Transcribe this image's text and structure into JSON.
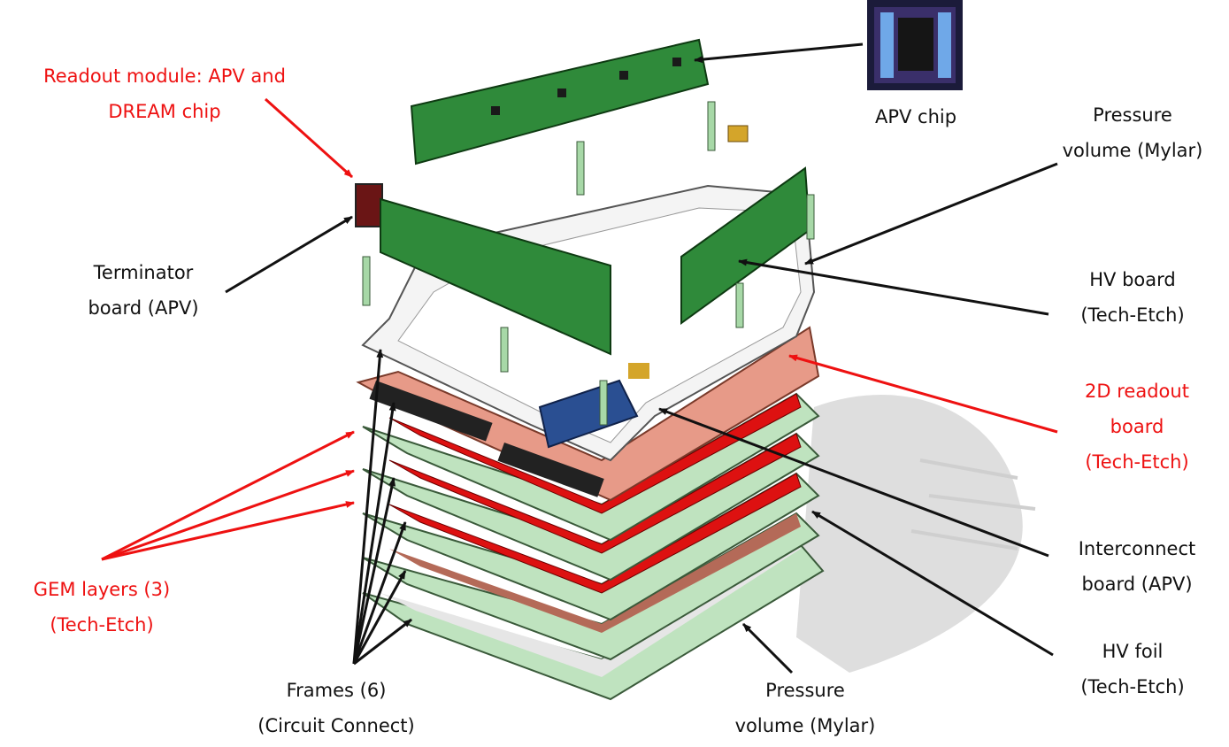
{
  "labels": {
    "readout_module": [
      "Readout module: APV and",
      "DREAM chip"
    ],
    "apv_chip": [
      "APV chip"
    ],
    "pressure_top": [
      "Pressure",
      "volume (Mylar)"
    ],
    "terminator": [
      "Terminator",
      "board (APV)"
    ],
    "hv_board": [
      "HV board",
      "(Tech-Etch)"
    ],
    "readout_2d": [
      "2D readout",
      "board",
      "(Tech-Etch)"
    ],
    "gem_layers": [
      "GEM layers (3)",
      "(Tech-Etch)"
    ],
    "interconnect": [
      "Interconnect",
      "board (APV)"
    ],
    "hv_foil": [
      "HV foil",
      "(Tech-Etch)"
    ],
    "frames": [
      "Frames (6)",
      "(Circuit Connect)"
    ],
    "pressure_bottom": [
      "Pressure",
      "volume (Mylar)"
    ]
  },
  "colors": {
    "red_label": "#ee1111",
    "black_label": "#111111",
    "pcb_green": "#2f8a3a",
    "frame_green": "#bfe3bf",
    "gem_red": "#dd1111",
    "readout_salmon": "#e79a88",
    "interconnect_blue": "#2a4f92",
    "chip_purple": "#5a2a86"
  }
}
